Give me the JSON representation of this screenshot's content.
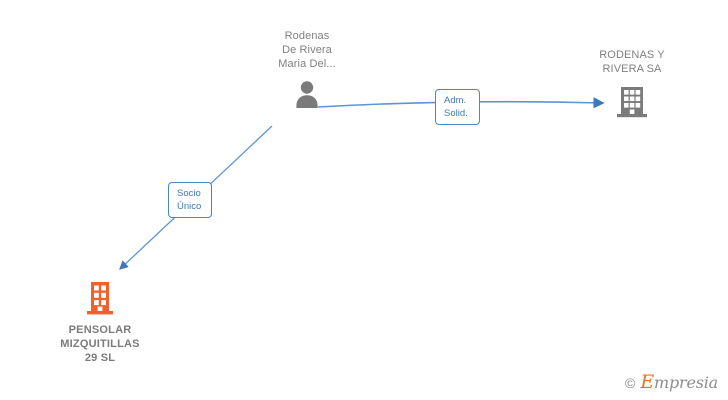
{
  "diagram": {
    "type": "corporate-relationship-graph",
    "background_color": "#ffffff",
    "nodes": [
      {
        "id": "person",
        "kind": "person",
        "icon": "person-icon",
        "label": "Rodenas\nDe Rivera\nMaria Del...",
        "color": "#7b7b7b",
        "emphasis": "normal"
      },
      {
        "id": "company-gray",
        "kind": "company",
        "icon": "building-icon",
        "label": "RODENAS Y\nRIVERA SA",
        "color": "#7b7b7b",
        "emphasis": "normal"
      },
      {
        "id": "company-orange",
        "kind": "company",
        "icon": "building-icon",
        "label": "PENSOLAR\nMIZQUITILLAS\n29 SL",
        "color": "#f4602a",
        "emphasis": "bold"
      }
    ],
    "edges": [
      {
        "id": "edge-adm",
        "from": "person",
        "to": "company-gray",
        "label": "Adm.\nSolid.",
        "color": "#4a86c8",
        "direction": "to"
      },
      {
        "id": "edge-socio",
        "from": "person",
        "to": "company-orange",
        "label": "Socio\nÚnico",
        "color": "#4a86c8",
        "direction": "to"
      }
    ]
  },
  "watermark": {
    "copyright": "©",
    "brand_initial": "E",
    "brand_rest": "mpresia"
  }
}
